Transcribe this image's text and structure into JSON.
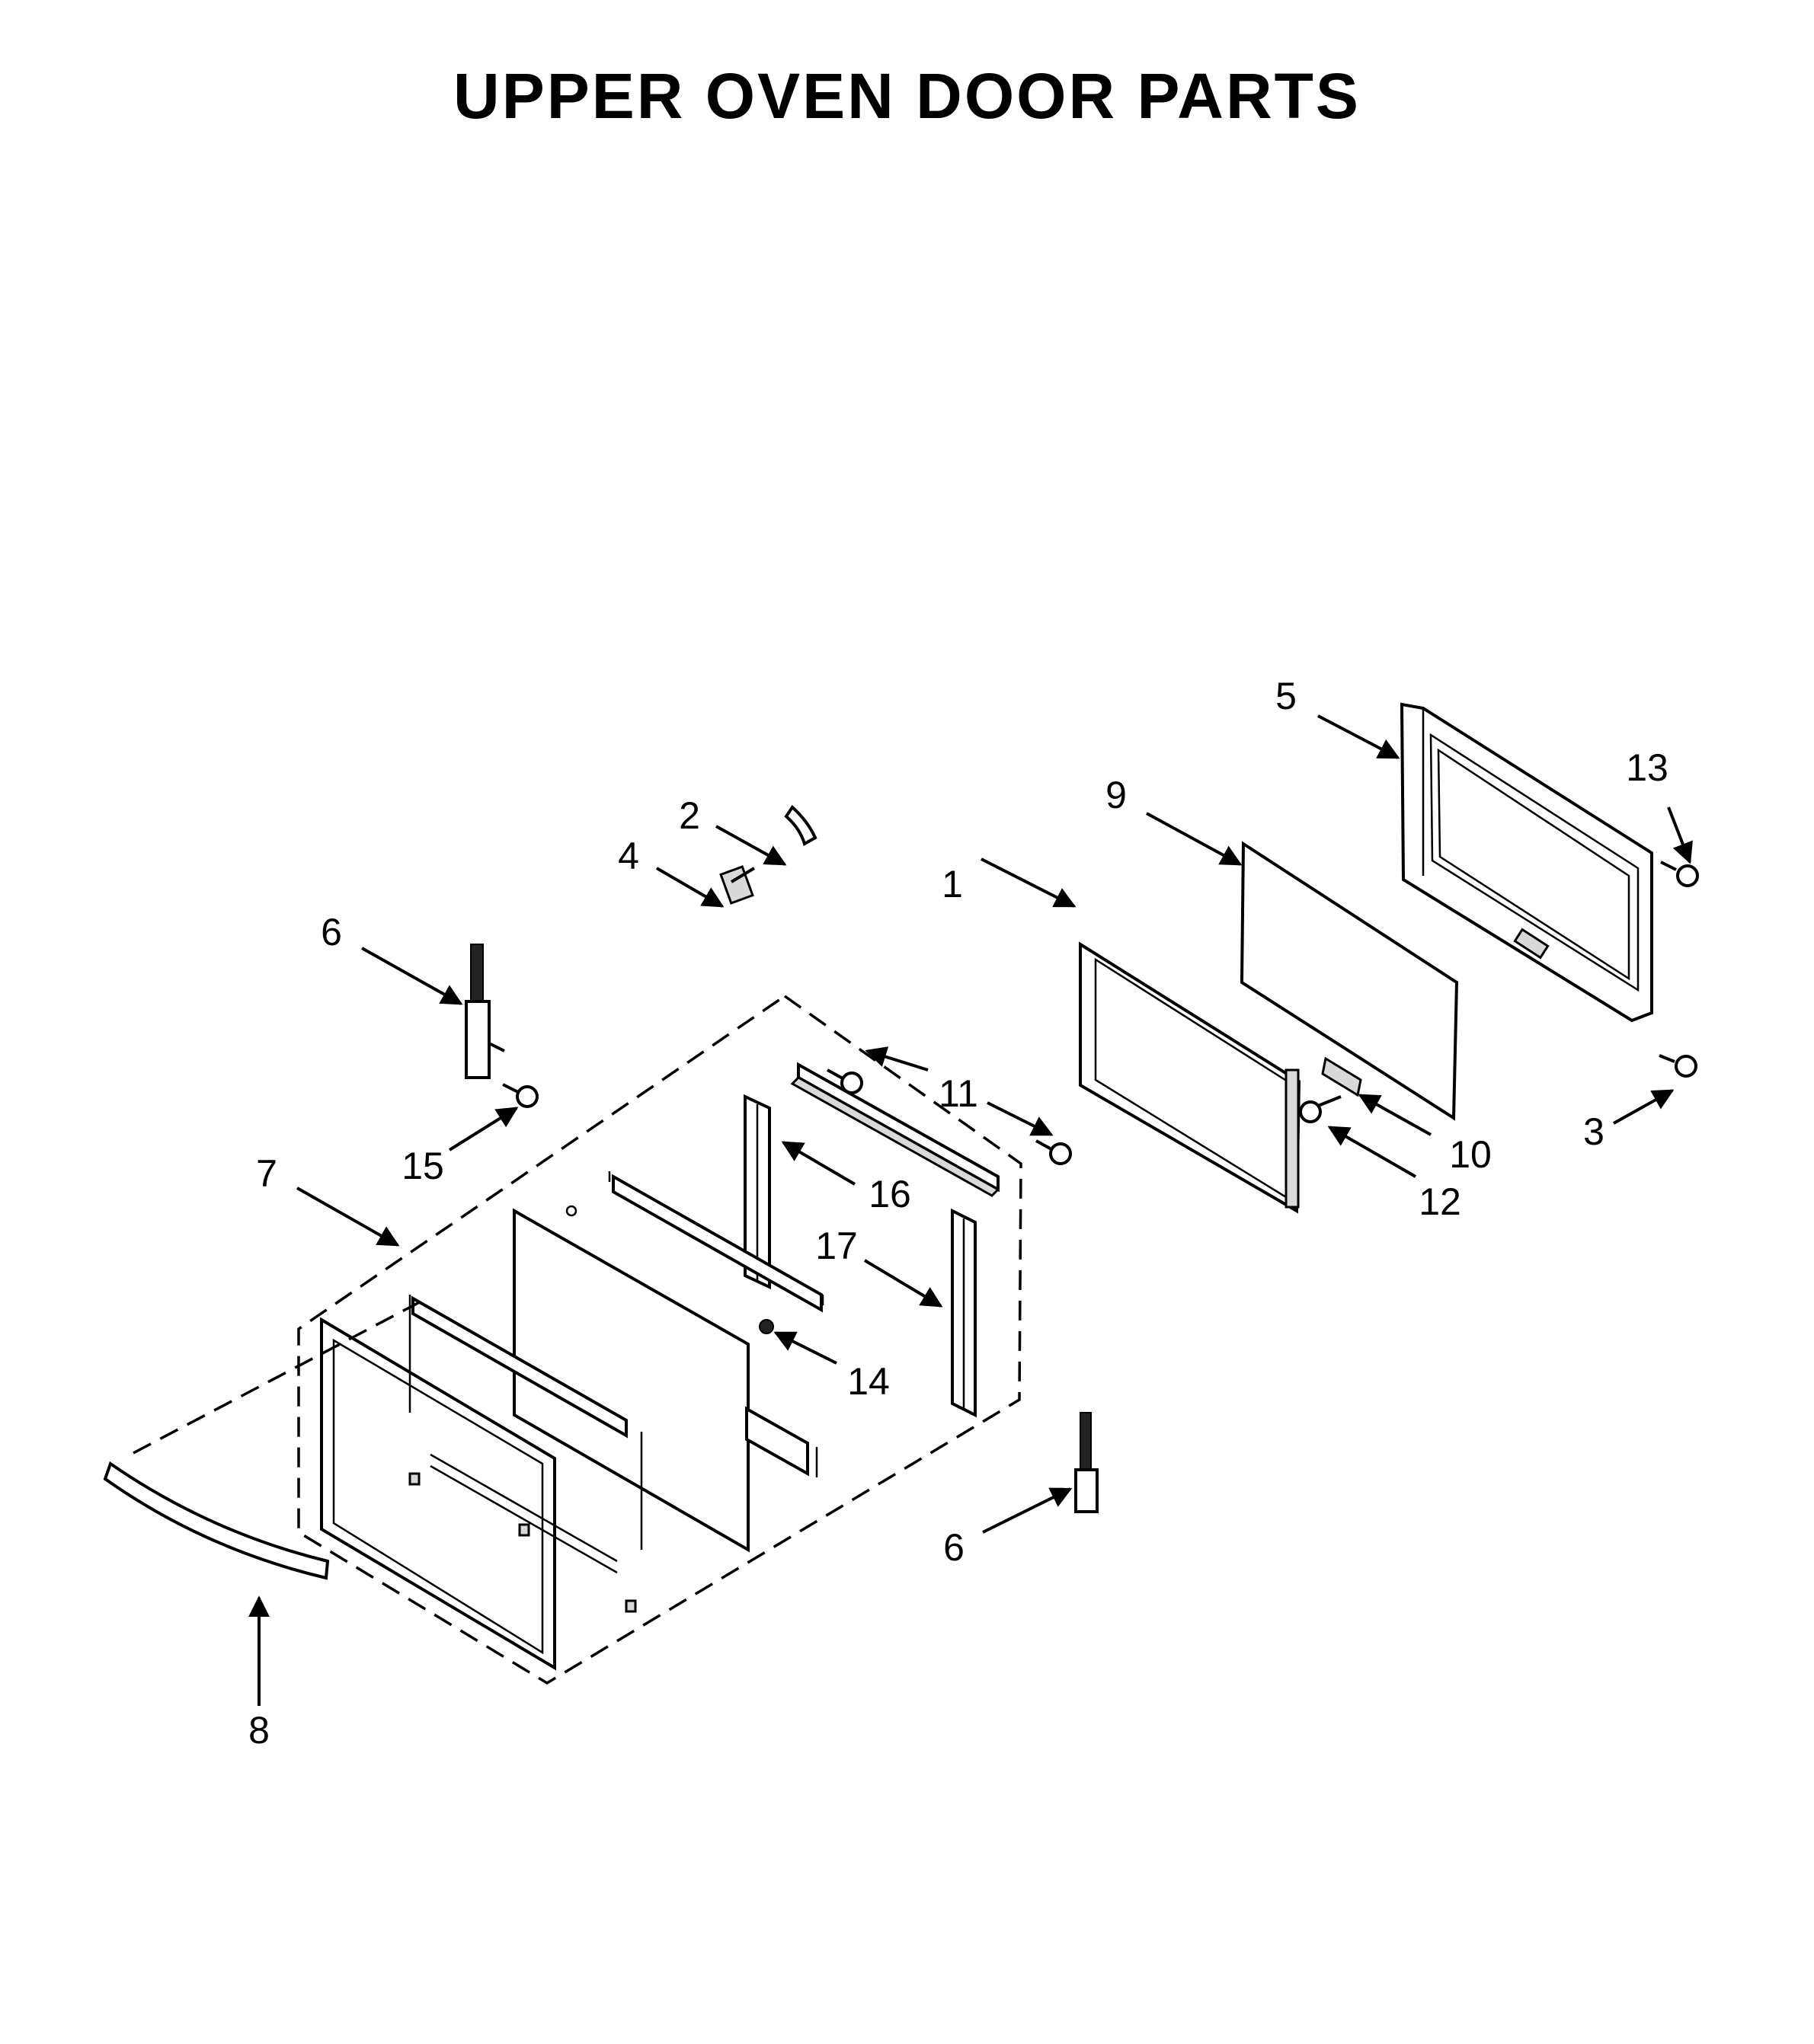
{
  "title": "UPPER OVEN DOOR PARTS",
  "callouts": [
    {
      "id": "c1",
      "label": "1"
    },
    {
      "id": "c2",
      "label": "2"
    },
    {
      "id": "c3",
      "label": "3"
    },
    {
      "id": "c4",
      "label": "4"
    },
    {
      "id": "c5",
      "label": "5"
    },
    {
      "id": "c6a",
      "label": "6"
    },
    {
      "id": "c6b",
      "label": "6"
    },
    {
      "id": "c7",
      "label": "7"
    },
    {
      "id": "c8",
      "label": "8"
    },
    {
      "id": "c9",
      "label": "9"
    },
    {
      "id": "c10",
      "label": "10"
    },
    {
      "id": "c11",
      "label": "11"
    },
    {
      "id": "c12",
      "label": "12"
    },
    {
      "id": "c13",
      "label": "13"
    },
    {
      "id": "c14",
      "label": "14"
    },
    {
      "id": "c15",
      "label": "15"
    },
    {
      "id": "c16",
      "label": "16"
    },
    {
      "id": "c17",
      "label": "17"
    }
  ]
}
